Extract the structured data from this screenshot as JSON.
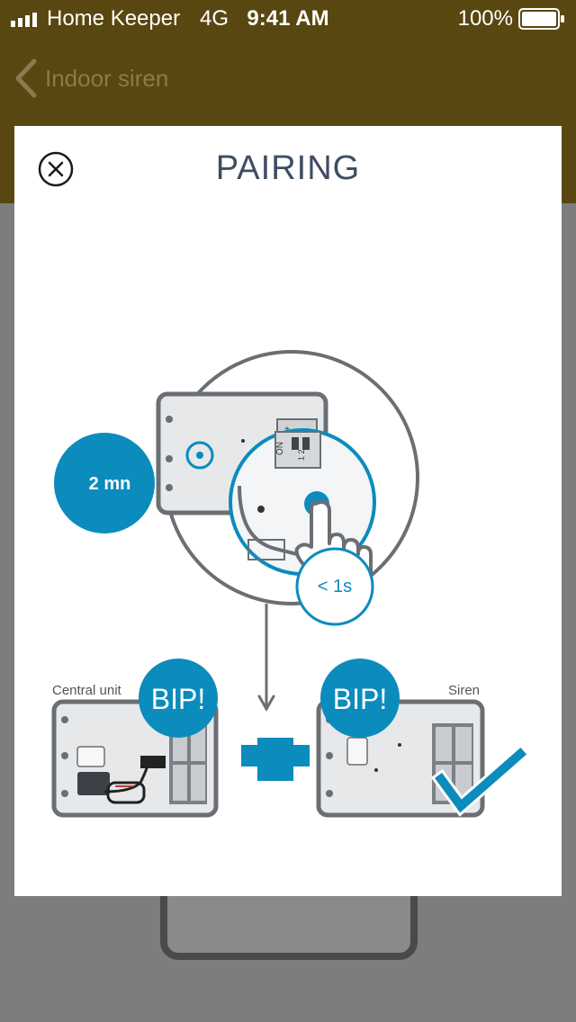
{
  "status_bar": {
    "carrier": "Home Keeper",
    "network": "4G",
    "time": "9:41 AM",
    "battery_percent": "100%"
  },
  "nav": {
    "back_label": "Indoor siren"
  },
  "modal": {
    "title": "PAIRING"
  },
  "illustration": {
    "duration_badge": "2 mn",
    "press_duration": "< 1s",
    "central_unit_label": "Central unit",
    "siren_label": "Siren",
    "beep_left": "BIP!",
    "beep_right": "BIP!",
    "dip_switch_on": "ON",
    "dip_switch_numbers": "1  2"
  },
  "colors": {
    "header_brown": "#594711",
    "accent_blue": "#0c8bbd",
    "device_gray": "#6b6f73",
    "title_slate": "#3f4d63"
  }
}
